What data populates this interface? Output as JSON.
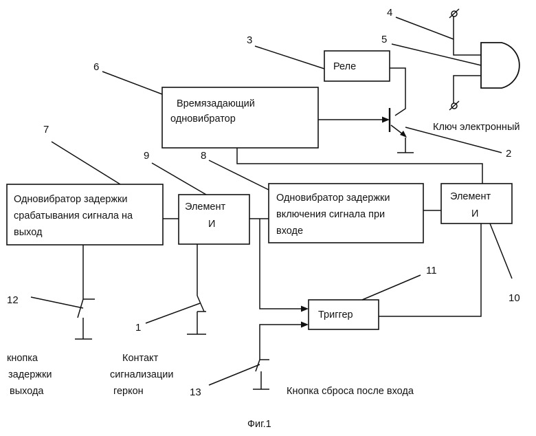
{
  "blocks": {
    "relay": "Реле",
    "timing": [
      "Времязадающий",
      "одновибратор"
    ],
    "exit_delay": [
      "Одновибратор задержки",
      "срабатывания сигнала на",
      "выход"
    ],
    "and_left": [
      "Элемент",
      "И"
    ],
    "entry_delay": [
      "Одновибратор задержки",
      "включения сигнала при",
      "входе"
    ],
    "and_right": [
      "Элемент",
      "И"
    ],
    "trigger": "Триггер"
  },
  "labels": {
    "electronic_key": "Ключ электронный",
    "exit_button": [
      "кнопка",
      "задержки",
      "выхода"
    ],
    "reed_contact": [
      "Контакт",
      "сигнализации",
      "геркон"
    ],
    "reset_button": "Кнопка сброса после входа",
    "caption": "Фиг.1"
  },
  "numbers": {
    "n1": "1",
    "n2": "2",
    "n3": "3",
    "n4": "4",
    "n5": "5",
    "n6": "6",
    "n7": "7",
    "n8": "8",
    "n9": "9",
    "n10": "10",
    "n11": "11",
    "n12": "12",
    "n13": "13"
  }
}
